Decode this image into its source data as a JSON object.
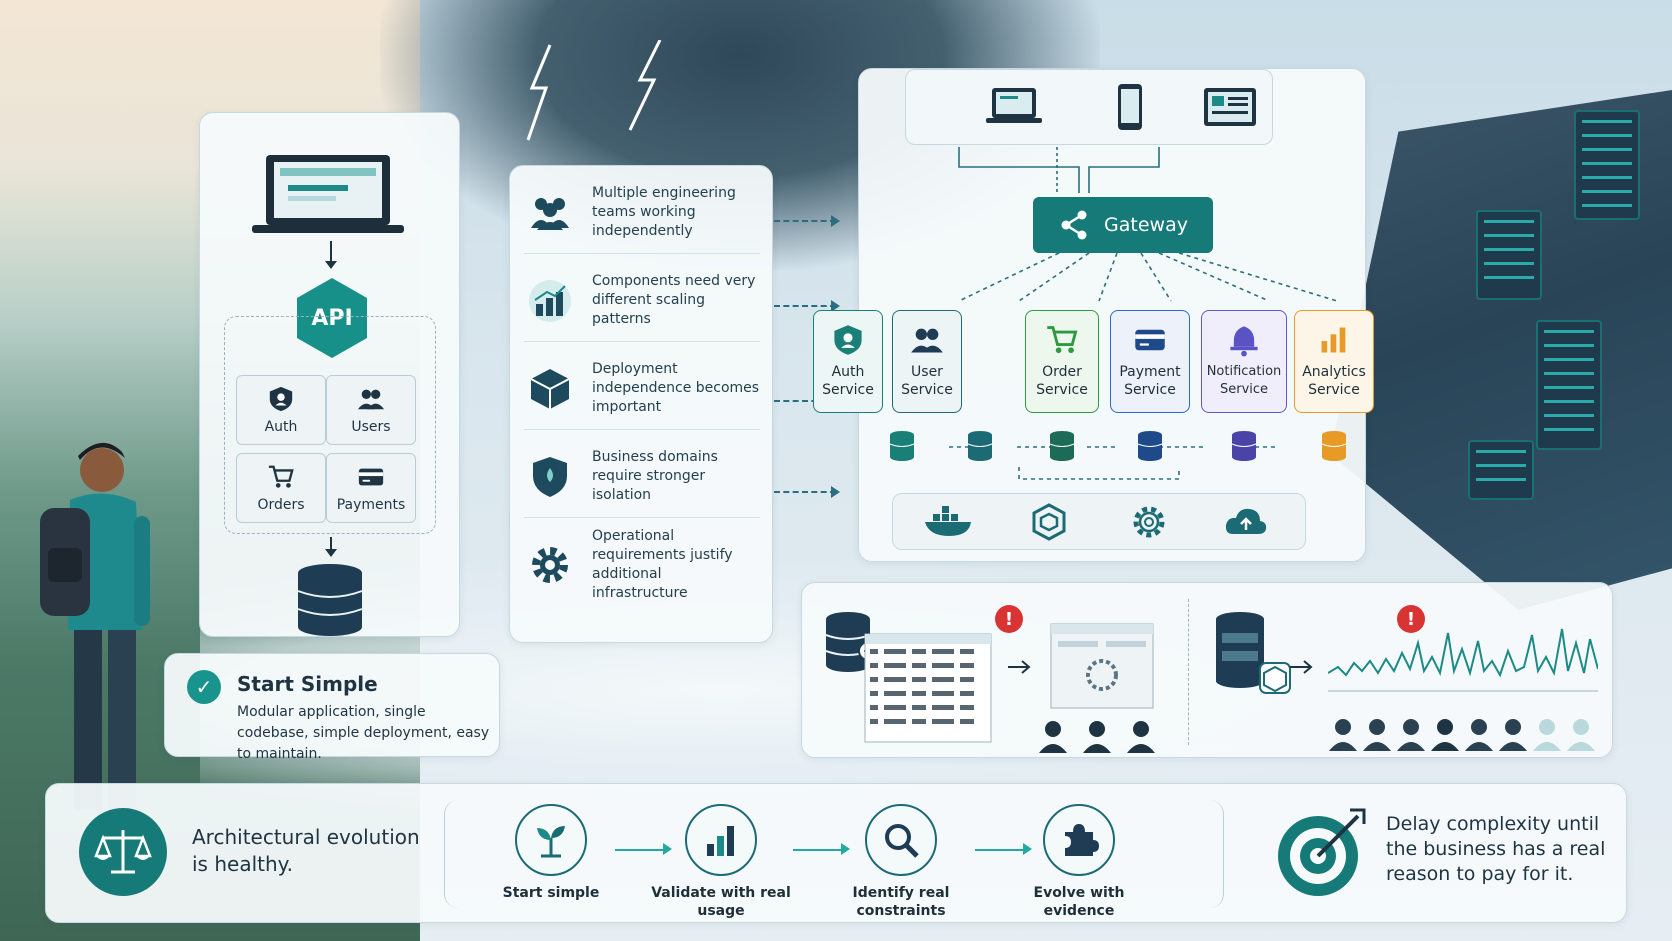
{
  "colors": {
    "accent": "#167a78",
    "auth": "#1a7f77",
    "user": "#1c6b74",
    "order": "#2e9a3f",
    "payment": "#2a6bc4",
    "notification": "#6257c8",
    "analytics": "#e79a25",
    "alert": "#d93434"
  },
  "monolith": {
    "api_label": "API",
    "modules": [
      {
        "label": "Auth",
        "icon": "shield-user-icon"
      },
      {
        "label": "Users",
        "icon": "users-icon"
      },
      {
        "label": "Orders",
        "icon": "cart-icon"
      },
      {
        "label": "Payments",
        "icon": "card-icon"
      }
    ]
  },
  "start_card": {
    "title": "Start Simple",
    "description": "Modular application, single codebase, simple deployment, easy to maintain."
  },
  "reasons": [
    {
      "text": "Multiple engineering teams working independently",
      "icon": "team-icon"
    },
    {
      "text": "Components need very different scaling patterns",
      "icon": "scaling-chart-icon"
    },
    {
      "text": "Deployment independence becomes important",
      "icon": "package-icon"
    },
    {
      "text": "Business domains require stronger isolation",
      "icon": "shield-icon"
    },
    {
      "text": "Operational requirements justify additional infrastructure",
      "icon": "gear-icon"
    }
  ],
  "microservices": {
    "gateway_label": "Gateway",
    "clients": [
      "laptop-icon",
      "phone-icon",
      "dashboard-icon"
    ],
    "services": [
      {
        "name": "Auth Service",
        "line1": "Auth",
        "line2": "Service",
        "icon": "shield-user-icon"
      },
      {
        "name": "User Service",
        "line1": "User",
        "line2": "Service",
        "icon": "users-icon"
      },
      {
        "name": "Order Service",
        "line1": "Order",
        "line2": "Service",
        "icon": "cart-icon"
      },
      {
        "name": "Payment Service",
        "line1": "Payment",
        "line2": "Service",
        "icon": "card-icon"
      },
      {
        "name": "Notification Service",
        "line1": "Notification",
        "line2": "Service",
        "icon": "bell-icon"
      },
      {
        "name": "Analytics Service",
        "line1": "Analytics",
        "line2": "Service",
        "icon": "bar-chart-icon"
      }
    ],
    "tools": [
      "docker-icon",
      "kubernetes-icon",
      "settings-icon",
      "cloud-upload-icon"
    ]
  },
  "problems": {
    "alert_symbol": "!"
  },
  "footer": {
    "left_text": "Architectural evolution is healthy.",
    "steps": [
      {
        "label": "Start simple",
        "icon": "sprout-icon"
      },
      {
        "label": "Validate with real usage",
        "icon": "bar-chart-icon"
      },
      {
        "label": "Identify real constraints",
        "icon": "magnifier-icon"
      },
      {
        "label": "Evolve with evidence",
        "icon": "puzzle-icon"
      }
    ],
    "right_text": "Delay complexity until the business has a real reason to pay for it."
  }
}
